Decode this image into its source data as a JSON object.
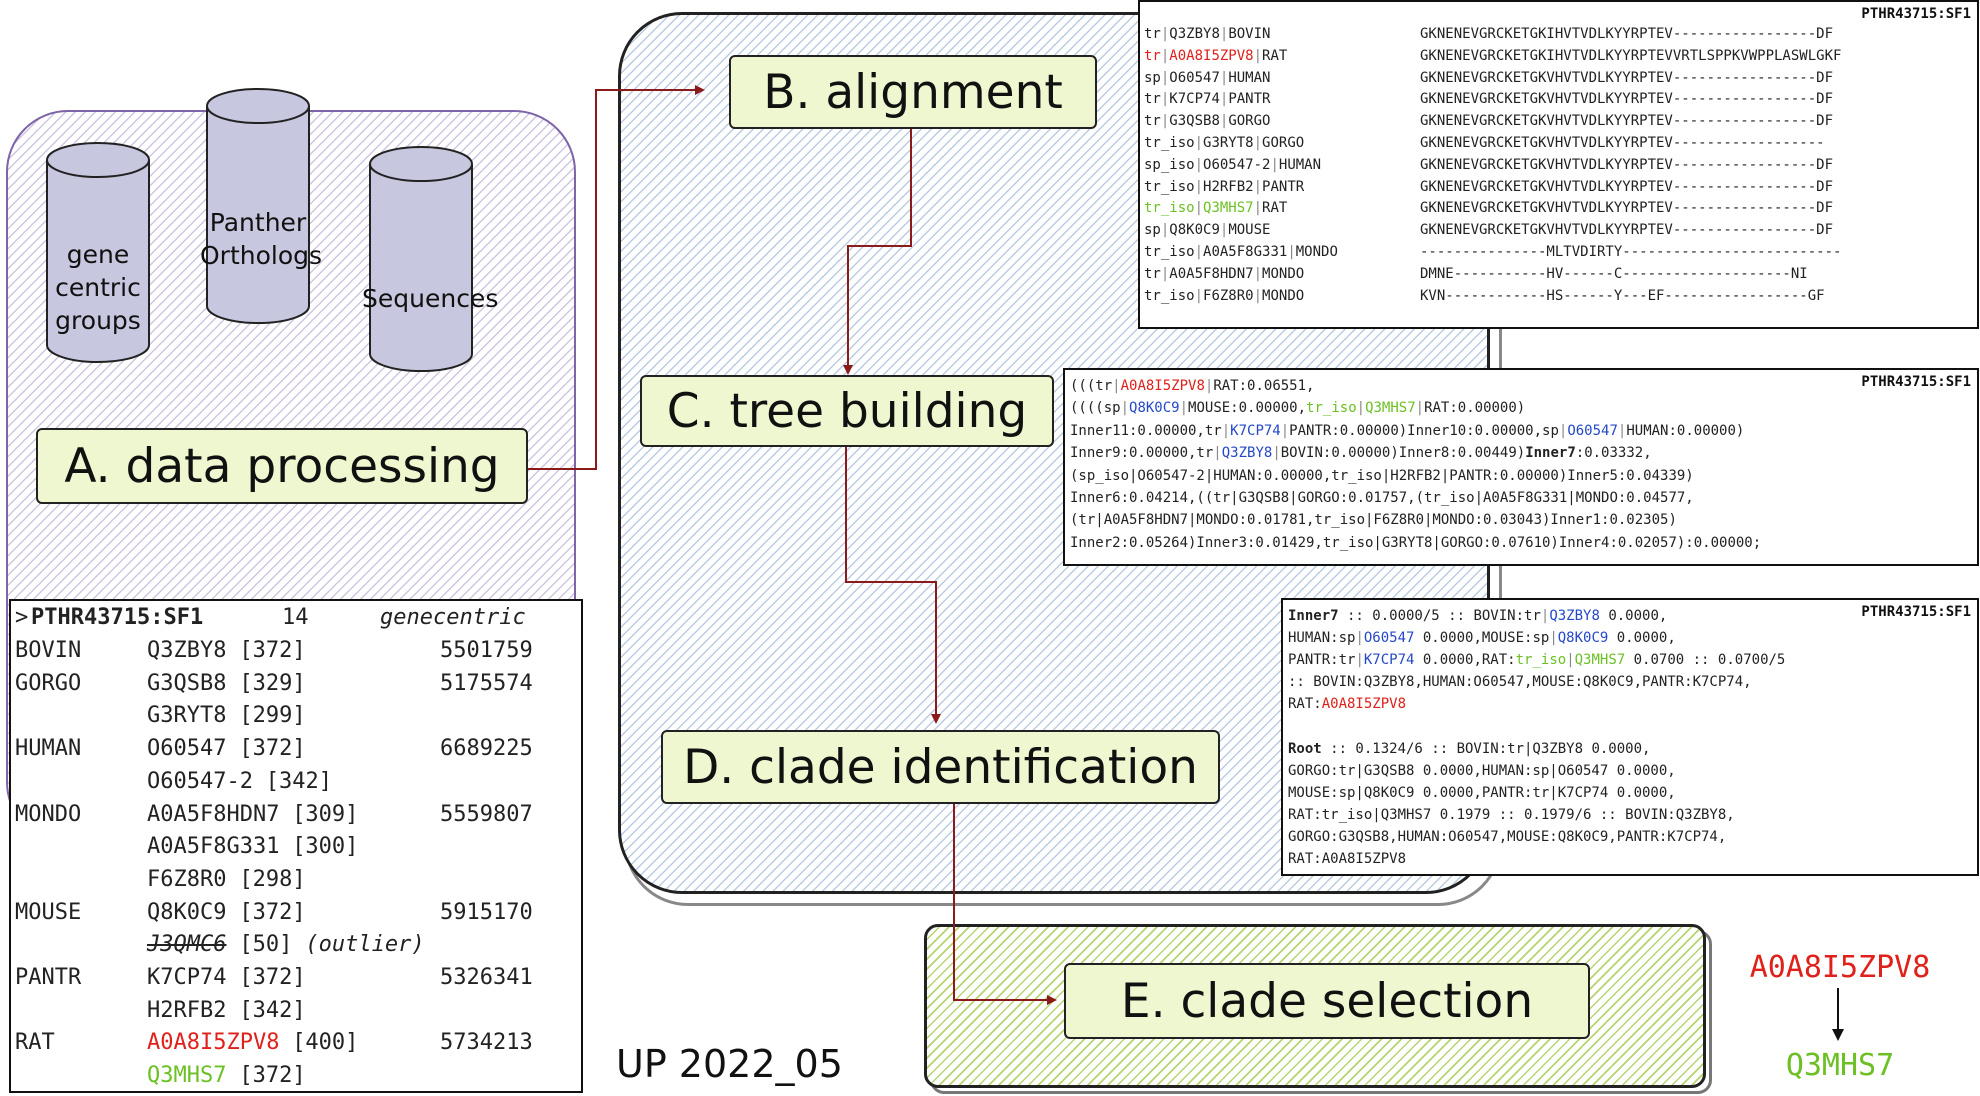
{
  "steps": {
    "a": "A. data processing",
    "b": "B. alignment",
    "c": "C. tree building",
    "d": "D. clade identification",
    "e": "E. clade selection"
  },
  "databases": [
    {
      "lines": [
        "gene",
        "centric",
        "groups"
      ]
    },
    {
      "lines": [
        "Panther",
        "Orthologs"
      ]
    },
    {
      "lines": [
        "Sequences"
      ]
    }
  ],
  "release": "UP 2022_05",
  "result": {
    "from": "A0A8I5ZPV8",
    "to": "Q3MHS7"
  },
  "colors": {
    "highlight_red": "#e0201a",
    "highlight_green": "#6cc024",
    "highlight_blue": "#2448c8",
    "step_fill": "#eef7cf",
    "arrow": "#8b1a1a"
  },
  "genecentric": {
    "header": {
      "prefix": ">",
      "family": "PTHR43715:SF1",
      "count": "14",
      "type": "genecentric"
    },
    "rows": [
      {
        "species": "BOVIN",
        "acc": "Q3ZBY8",
        "len": "[372]",
        "taxid": "5501759"
      },
      {
        "species": "GORGO",
        "acc": "G3QSB8",
        "len": "[329]",
        "taxid": "5175574"
      },
      {
        "species": "",
        "acc": "G3RYT8",
        "len": "[299]",
        "taxid": ""
      },
      {
        "species": "HUMAN",
        "acc": "O60547",
        "len": "[372]",
        "taxid": "6689225"
      },
      {
        "species": "",
        "acc": "O60547-2",
        "len": "[342]",
        "taxid": ""
      },
      {
        "species": "MONDO",
        "acc": "A0A5F8HDN7",
        "len": "[309]",
        "taxid": "5559807"
      },
      {
        "species": "",
        "acc": "A0A5F8G331",
        "len": "[300]",
        "taxid": ""
      },
      {
        "species": "",
        "acc": "F6Z8R0",
        "len": "[298]",
        "taxid": ""
      },
      {
        "species": "MOUSE",
        "acc": "Q8K0C9",
        "len": "[372]",
        "taxid": "5915170"
      },
      {
        "species": "",
        "acc": "J3QMC6",
        "len": "[50]",
        "taxid": "",
        "note": "(outlier)",
        "style": "strike"
      },
      {
        "species": "PANTR",
        "acc": "K7CP74",
        "len": "[372]",
        "taxid": "5326341"
      },
      {
        "species": "",
        "acc": "H2RFB2",
        "len": "[342]",
        "taxid": ""
      },
      {
        "species": "RAT",
        "acc": "A0A8I5ZPV8",
        "len": "[400]",
        "taxid": "5734213",
        "style": "red"
      },
      {
        "species": "",
        "acc": "Q3MHS7",
        "len": "[372]",
        "taxid": "",
        "style": "green"
      }
    ]
  },
  "alignment": {
    "family": "PTHR43715:SF1",
    "rows": [
      {
        "db": "tr",
        "acc": "Q3ZBY8",
        "sp": "BOVIN",
        "seq": "GKNENEVGRCKETGKIHVTVDLKYYRPTEV-----------------DF"
      },
      {
        "db": "tr",
        "acc": "A0A8I5ZPV8",
        "sp": "RAT",
        "seq": "GKNENEVGRCKETGKIHVTVDLKYYRPTEVVRTLSPPKVWPPLASWLGKF",
        "style": "red"
      },
      {
        "db": "sp",
        "acc": "O60547",
        "sp": "HUMAN",
        "seq": "GKNENEVGRCKETGKVHVTVDLKYYRPTEV-----------------DF"
      },
      {
        "db": "tr",
        "acc": "K7CP74",
        "sp": "PANTR",
        "seq": "GKNENEVGRCKETGKVHVTVDLKYYRPTEV-----------------DF"
      },
      {
        "db": "tr",
        "acc": "G3QSB8",
        "sp": "GORGO",
        "seq": "GKNENEVGRCKETGKVHVTVDLKYYRPTEV-----------------DF"
      },
      {
        "db": "tr_iso",
        "acc": "G3RYT8",
        "sp": "GORGO",
        "seq": "GKNENEVGRCKETGKVHVTVDLKYYRPTEV------------------"
      },
      {
        "db": "sp_iso",
        "acc": "O60547-2",
        "sp": "HUMAN",
        "seq": "GKNENEVGRCKETGKVHVTVDLKYYRPTEV-----------------DF"
      },
      {
        "db": "tr_iso",
        "acc": "H2RFB2",
        "sp": "PANTR",
        "seq": "GKNENEVGRCKETGKVHVTVDLKYYRPTEV-----------------DF"
      },
      {
        "db": "tr_iso",
        "acc": "Q3MHS7",
        "sp": "RAT",
        "seq": "GKNENEVGRCKETGKVHVTVDLKYYRPTEV-----------------DF",
        "style": "green"
      },
      {
        "db": "sp",
        "acc": "Q8K0C9",
        "sp": "MOUSE",
        "seq": "GKNENEVGRCKETGKVHVTVDLKYYRPTEV-----------------DF"
      },
      {
        "db": "tr_iso",
        "acc": "A0A5F8G331",
        "sp": "MONDO",
        "seq": "---------------MLTVDIRTY--------------------------"
      },
      {
        "db": "tr",
        "acc": "A0A5F8HDN7",
        "sp": "MONDO",
        "seq": "DMNE-----------HV------C--------------------NI"
      },
      {
        "db": "tr_iso",
        "acc": "F6Z8R0",
        "sp": "MONDO",
        "seq": "KVN------------HS------Y---EF-----------------GF"
      }
    ]
  },
  "tree": {
    "family": "PTHR43715:SF1",
    "lines": [
      [
        {
          "t": "(((tr"
        },
        {
          "t": "|",
          "c": "sep"
        },
        {
          "t": "A0A8I5ZPV8",
          "c": "red"
        },
        {
          "t": "|",
          "c": "sep"
        },
        {
          "t": "RAT:0.06551,"
        }
      ],
      [
        {
          "t": "((((sp"
        },
        {
          "t": "|",
          "c": "sep"
        },
        {
          "t": "Q8K0C9",
          "c": "blue"
        },
        {
          "t": "|",
          "c": "sep"
        },
        {
          "t": "MOUSE:0.00000,"
        },
        {
          "t": "tr_iso",
          "c": "green"
        },
        {
          "t": "|",
          "c": "sep"
        },
        {
          "t": "Q3MHS7",
          "c": "green"
        },
        {
          "t": "|",
          "c": "sep"
        },
        {
          "t": "RAT:0.00000)"
        }
      ],
      [
        {
          "t": "Inner11:0.00000,tr"
        },
        {
          "t": "|",
          "c": "sep"
        },
        {
          "t": "K7CP74",
          "c": "blue"
        },
        {
          "t": "|",
          "c": "sep"
        },
        {
          "t": "PANTR:0.00000)Inner10:0.00000,sp"
        },
        {
          "t": "|",
          "c": "sep"
        },
        {
          "t": "O60547",
          "c": "blue"
        },
        {
          "t": "|",
          "c": "sep"
        },
        {
          "t": "HUMAN:0.00000)"
        }
      ],
      [
        {
          "t": "Inner9:0.00000,tr"
        },
        {
          "t": "|",
          "c": "sep"
        },
        {
          "t": "Q3ZBY8",
          "c": "blue"
        },
        {
          "t": "|",
          "c": "sep"
        },
        {
          "t": "BOVIN:0.00000)Inner8:0.00449)"
        },
        {
          "t": "Inner7",
          "c": "b"
        },
        {
          "t": ":0.03332,"
        }
      ],
      [
        {
          "t": "(sp_iso|O60547-2|HUMAN:0.00000,tr_iso|H2RFB2|PANTR:0.00000)Inner5:0.04339)"
        }
      ],
      [
        {
          "t": "Inner6:0.04214,((tr|G3QSB8|GORGO:0.01757,(tr_iso|A0A5F8G331|MONDO:0.04577,"
        }
      ],
      [
        {
          "t": "(tr|A0A5F8HDN7|MONDO:0.01781,tr_iso|F6Z8R0|MONDO:0.03043)Inner1:0.02305)"
        }
      ],
      [
        {
          "t": "Inner2:0.05264)Inner3:0.01429,tr_iso|G3RYT8|GORGO:0.07610)Inner4:0.02057):0.00000;"
        }
      ]
    ]
  },
  "clades": {
    "family": "PTHR43715:SF1",
    "lines": [
      [
        {
          "t": "Inner7",
          "c": "b"
        },
        {
          "t": " :: 0.0000/5 :: BOVIN:tr"
        },
        {
          "t": "|",
          "c": "sep"
        },
        {
          "t": "Q3ZBY8",
          "c": "blue"
        },
        {
          "t": " 0.0000,"
        }
      ],
      [
        {
          "t": "HUMAN:sp"
        },
        {
          "t": "|",
          "c": "sep"
        },
        {
          "t": "O60547",
          "c": "blue"
        },
        {
          "t": " 0.0000,MOUSE:sp"
        },
        {
          "t": "|",
          "c": "sep"
        },
        {
          "t": "Q8K0C9",
          "c": "blue"
        },
        {
          "t": " 0.0000,"
        }
      ],
      [
        {
          "t": "PANTR:tr"
        },
        {
          "t": "|",
          "c": "sep"
        },
        {
          "t": "K7CP74",
          "c": "blue"
        },
        {
          "t": " 0.0000,RAT:"
        },
        {
          "t": "tr_iso",
          "c": "green"
        },
        {
          "t": "|",
          "c": "sep"
        },
        {
          "t": "Q3MHS7",
          "c": "green"
        },
        {
          "t": " 0.0700 :: 0.0700/5"
        }
      ],
      [
        {
          "t": ":: BOVIN:Q3ZBY8,HUMAN:O60547,MOUSE:Q8K0C9,PANTR:K7CP74,"
        }
      ],
      [
        {
          "t": "RAT:"
        },
        {
          "t": "A0A8I5ZPV8",
          "c": "red"
        }
      ],
      [],
      [
        {
          "t": "Root",
          "c": "b"
        },
        {
          "t": " :: 0.1324/6 :: BOVIN:tr|Q3ZBY8 0.0000,"
        }
      ],
      [
        {
          "t": "GORGO:tr|G3QSB8 0.0000,HUMAN:sp|O60547 0.0000,"
        }
      ],
      [
        {
          "t": "MOUSE:sp|Q8K0C9 0.0000,PANTR:tr|K7CP74 0.0000,"
        }
      ],
      [
        {
          "t": "RAT:tr_iso|Q3MHS7 0.1979 :: 0.1979/6 :: BOVIN:Q3ZBY8,"
        }
      ],
      [
        {
          "t": "GORGO:G3QSB8,HUMAN:O60547,MOUSE:Q8K0C9,PANTR:K7CP74,"
        }
      ],
      [
        {
          "t": "RAT:A0A8I5ZPV8"
        }
      ]
    ]
  }
}
